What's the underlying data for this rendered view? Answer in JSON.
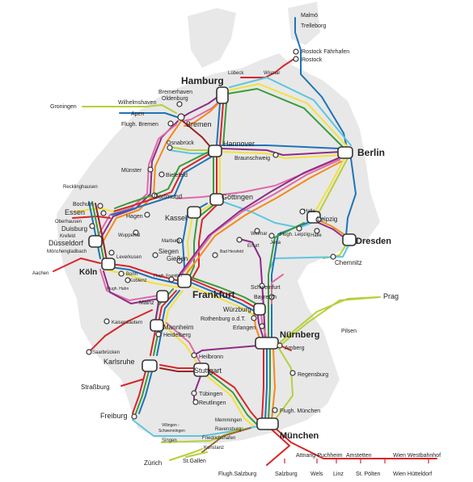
{
  "map": {
    "country_fill": "#e8e8e8",
    "line_colors": {
      "red": "#d7262a",
      "blue": "#1f73b7",
      "green": "#3a9b3a",
      "yellow": "#f2e13b",
      "orange": "#f28a1b",
      "purple": "#8e2c86",
      "pink": "#e06aa7",
      "cyan": "#5ec5e0",
      "lime": "#b7cf3a",
      "brown": "#9a6a32",
      "darkred": "#9b2024"
    }
  },
  "stations": {
    "malmo": "Malmö",
    "trelleborg": "Trelleborg",
    "rostock_faehrhafen": "Rostock Fährhafen",
    "rostock": "Rostock",
    "luebeck": "Lübeck",
    "wismar": "Wismar",
    "hamburg": "Hamburg",
    "bremerhaven": "Bremerhaven",
    "oldenburg": "Oldenburg",
    "wilhelmshaven": "Wilhelmshaven",
    "groningen": "Groningen",
    "apen": "Apen",
    "flugh_bremen": "Flugh. Bremen",
    "bremen": "Bremen",
    "hannover": "Hannover",
    "osnabrueck": "Osnabrück",
    "braunschweig": "Braunschweig",
    "berlin": "Berlin",
    "muenster": "Münster",
    "bielefeld": "Bielefeld",
    "recklinghausen": "Recklinghausen",
    "dortmund": "Dortmund",
    "goettingen": "Göttingen",
    "bochum": "Bochum",
    "essen": "Essen",
    "hagen": "Hagen",
    "kassel": "Kassel",
    "halle_top": "Halle",
    "leipzig": "Leipzig",
    "oberhausen": "Oberhausen",
    "duisburg": "Duisburg",
    "krefeld": "Krefeld",
    "duesseldorf": "Düsseldorf",
    "moenchengladbach": "Mönchengladbach",
    "wuppertal": "Wuppertal",
    "weimar": "Weimar",
    "flugh_leipzig": "Flugh. Leipzig",
    "halle": "Halle",
    "dresden": "Dresden",
    "erfurt": "Erfurt",
    "jena": "Jena",
    "marburg": "Marburg",
    "siegen": "Siegen",
    "giessen": "Gießen",
    "leverkusen": "Leverkusen",
    "bad_hersfeld": "Bad Hersfeld",
    "chemnitz": "Chemnitz",
    "aachen": "Aachen",
    "koeln": "Köln",
    "bonn": "Bonn",
    "koblenz": "Koblenz",
    "flugh_frankfurt": "Flugh. Frankfurt",
    "flugh_hahn": "Flugh. Hahn",
    "frankfurt": "Frankfurt",
    "schweinfurt": "Schweinfurt",
    "bayreuth": "Bayreuth",
    "prag": "Prag",
    "mainz": "Mainz",
    "wuerzburg": "Würzburg",
    "rothenburg": "Rothenburg o.d.T.",
    "kaiserslautern": "Kaiserslautern",
    "mannheim": "Mannheim",
    "erlangen": "Erlangen",
    "heidelberg": "Heidelberg",
    "pilsen": "Pilsen",
    "nuernberg": "Nürnberg",
    "saarbruecken": "Saarbrücken",
    "amberg": "Amberg",
    "karlsruhe": "Karlsruhe",
    "heilbronn": "Heilbronn",
    "stuttgart": "Stuttgart",
    "regensburg": "Regensburg",
    "strassburg": "Straßburg",
    "tuebingen": "Tübingen",
    "reutlingen": "Reutlingen",
    "freiburg": "Freiburg",
    "flugh_muenchen": "Flugh. München",
    "memmingen": "Memmingen",
    "villingen": "Villingen -",
    "schwenningen": "Schwenningen",
    "ravensburg": "Ravensburg",
    "singen": "Singen",
    "friedrichshafen": "Friedrichshafen",
    "muenchen": "München",
    "konstanz": "Konstanz",
    "zuerich": "Zürich",
    "st_gallen": "St.Gallen",
    "flugh_salzburg": "Flugh.Salzburg",
    "salzburg": "Salzburg",
    "attnang": "Attnang-Puchheim",
    "wels": "Wels",
    "linz": "Linz",
    "amstetten": "Amstetten",
    "st_poelten": "St. Pölten",
    "wien_west": "Wien Westbahnhof",
    "wien_huett": "Wien Hütteldorf"
  }
}
